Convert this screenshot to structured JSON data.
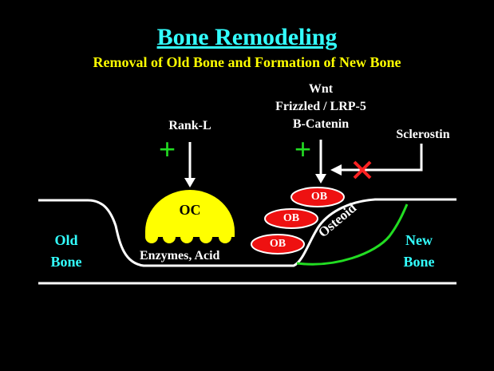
{
  "title": "Bone Remodeling",
  "subtitle": "Removal of Old Bone and Formation of New Bone",
  "labels": {
    "wnt": "Wnt",
    "frizzled": "Frizzled / LRP-5",
    "catenin": "B-Catenin",
    "rank_l": "Rank-L",
    "sclerostin": "Sclerostin",
    "oc": "OC",
    "ob": "OB",
    "osteoid": "Osteoid",
    "enzymes": "Enzymes, Acid",
    "old_bone_1": "Old",
    "old_bone_2": "Bone",
    "new_bone_1": "New",
    "new_bone_2": "Bone",
    "plus": "+"
  },
  "colors": {
    "background": "#000000",
    "title": "#33ffff",
    "subtitle": "#ffff00",
    "osteoclast": "#ffff00",
    "osteoblast": "#ee1111",
    "plus": "#22dd22",
    "inhibit": "#ff2222",
    "osteoid_line": "#22dd22"
  }
}
